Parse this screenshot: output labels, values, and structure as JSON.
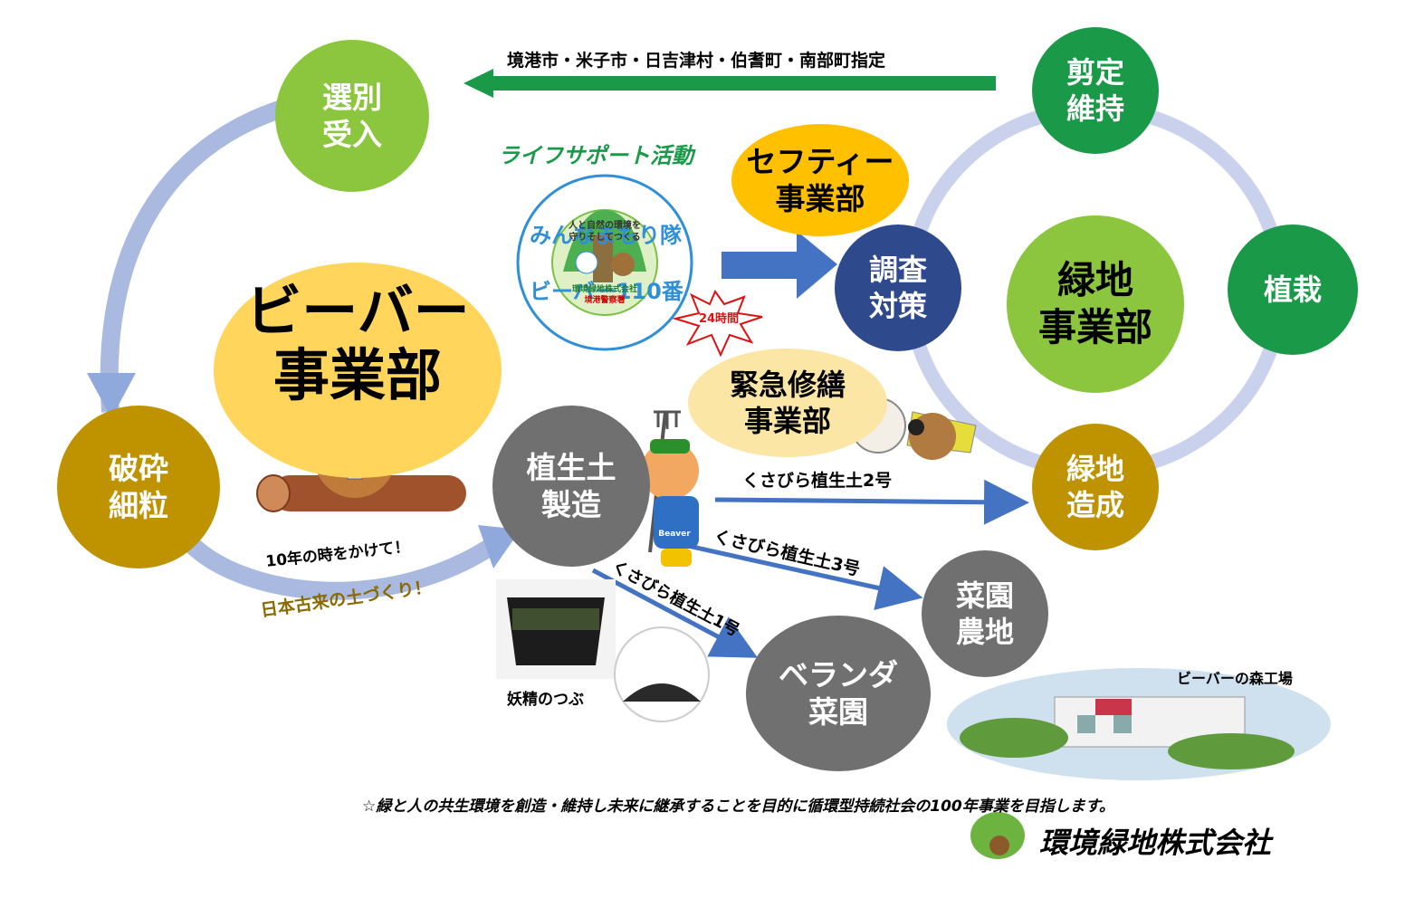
{
  "colors": {
    "green_light": "#8cc63f",
    "green_dark": "#1a9a48",
    "gold": "#bf9200",
    "yellow": "#ffd55c",
    "yellow_pale": "#fbe6a6",
    "amber": "#ffc000",
    "navy": "#2e4a8c",
    "gray": "#707070",
    "blue_arrow": "#4473c4",
    "cycle_track": "#a9b9e0",
    "brown_text": "#8a6a00"
  },
  "nodes": {
    "sorting": "選別\n受入",
    "crushing": "破砕\n細粒",
    "beaver_dept": "ビーバー\n事業部",
    "soil_production": "植生土\n製造",
    "survey": "調査\n対策",
    "safety_dept": "セフティー\n事業部",
    "emergency_dept": "緊急修繕\n事業部",
    "pruning": "剪定\n維持",
    "greenery_dept": "緑地\n事業部",
    "planting": "植栽",
    "greenery_creation": "緑地\n造成",
    "farm": "菜園\n農地",
    "veranda": "ベランダ\n菜園"
  },
  "labels": {
    "designated_cities": "境港市・米子市・日吉津村・伯耆町・南部町指定",
    "life_support": "ライフサポート活動",
    "ten_years": "10年の時をかけて！",
    "ancient_soil": "日本古来の土づくり！",
    "soil_no2": "くさびら植生土2号",
    "soil_no3": "くさびら植生土3号",
    "soil_no1": "くさびら植生土1号",
    "fairy_product": "妖精のつぶ",
    "factory": "ビーバーの森工場",
    "mission": "☆緑と人の共生環境を創造・維持し未来に継承することを目的に循環型持続社会の100年事業を目指します。",
    "company": "環境緑地株式会社",
    "hours_24": "24時間",
    "beaver_char": "Beaver"
  },
  "badge": {
    "ring_text": "みんなまもり隊",
    "ring_bottom": "ビーバー110番",
    "inner_line1": "人と自然の環境を",
    "inner_line2": "守りそしてつくる",
    "company_small": "環境緑地株式会社",
    "police": "境港警察署"
  }
}
